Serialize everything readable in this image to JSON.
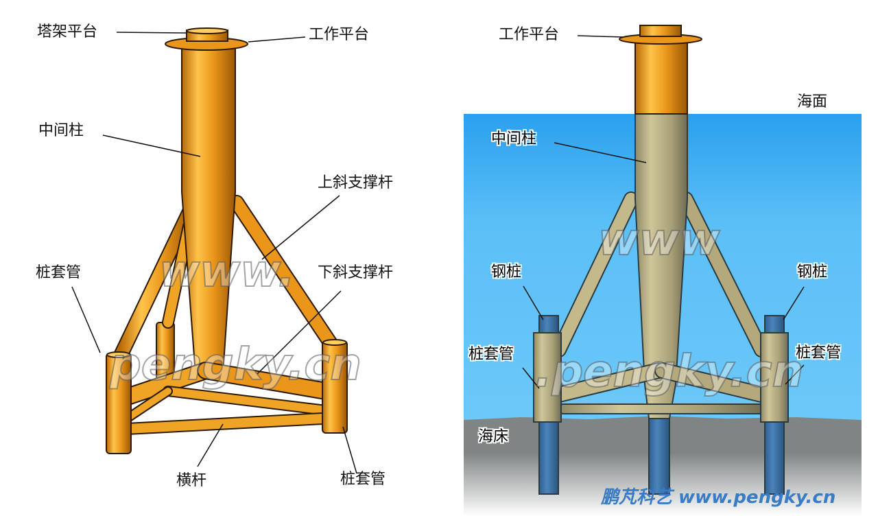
{
  "left_diagram": {
    "labels": {
      "tower_platform": "塔架平台",
      "work_platform": "工作平台",
      "center_column": "中间柱",
      "upper_brace": "上斜支撑杆",
      "pile_sleeve_left": "桩套管",
      "lower_brace": "下斜支撑杆",
      "cross_bar": "横杆",
      "pile_sleeve_right": "桩套管"
    },
    "watermark_1": "www.",
    "watermark_2": "pengky.cn"
  },
  "right_diagram": {
    "labels": {
      "work_platform": "工作平台",
      "sea_surface": "海面",
      "center_column": "中间柱",
      "steel_pile_left": "钢桩",
      "steel_pile_right": "钢桩",
      "pile_sleeve_left": "桩套管",
      "pile_sleeve_right": "桩套管",
      "seabed": "海床"
    },
    "watermark_1": "www",
    "watermark_2": ".pengky.cn",
    "colors": {
      "water_top": "#2aa0ee",
      "water_bottom": "#6cc8f8",
      "seabed": "#7f8585",
      "steel_pile": "#3f74a8",
      "structure_underwater": "#b8ae80",
      "structure_above": "#e69a1c"
    }
  },
  "credit": "鹏芃科艺 www.pengky.cn"
}
